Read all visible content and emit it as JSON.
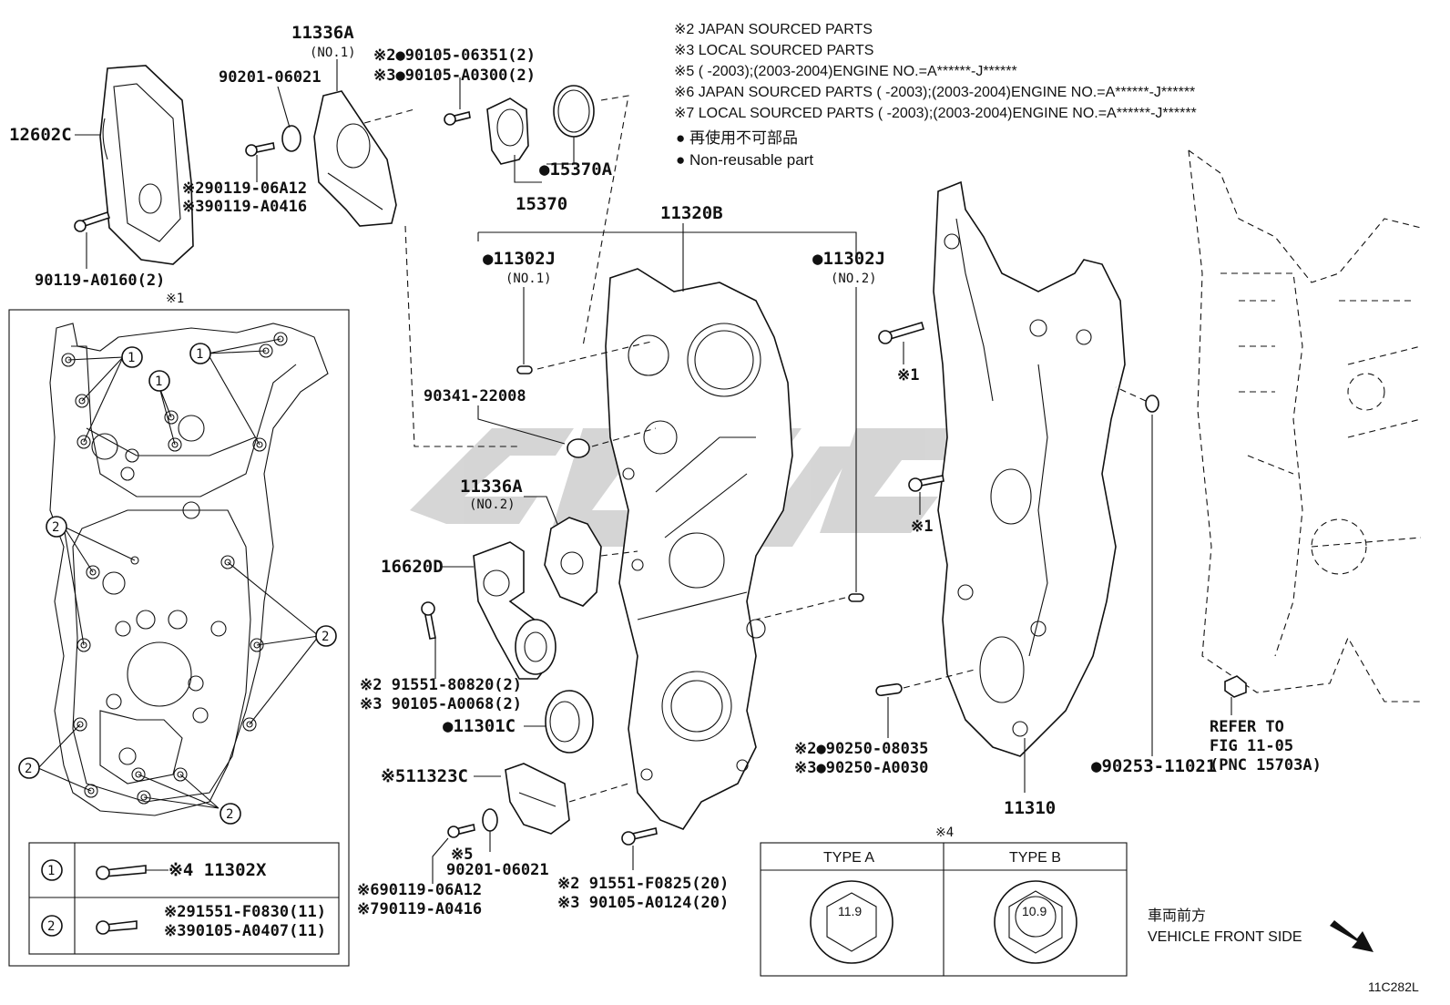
{
  "notes": {
    "n2": "※2 JAPAN SOURCED PARTS",
    "n3": "※3 LOCAL SOURCED PARTS",
    "n5": "※5 (      -2003);(2003-2004)ENGINE NO.=A******-J******",
    "n6": "※6 JAPAN SOURCED PARTS (      -2003);(2003-2004)ENGINE NO.=A******-J******",
    "n7": "※7 LOCAL SOURCED PARTS (      -2003);(2003-2004)ENGINE NO.=A******-J******",
    "legend_jp": "● 再使用不可部品",
    "legend_en": "● Non-reusable part"
  },
  "labels": {
    "p12602C": "12602C",
    "p11336A_1": "11336A",
    "p11336A_1_no": "(NO.1)",
    "p90201_06021_top": "90201-06021",
    "p90105_06351": "※2●90105-06351(2)",
    "p90105_A0300": "※3●90105-A0300(2)",
    "p90119_06A12_top": "※290119-06A12",
    "p90119_A0416_top": "※390119-A0416",
    "p90119_A0160": "90119-A0160(2)",
    "p15370A": "●15370A",
    "p15370": "15370",
    "p11320B": "11320B",
    "p11302J_1": "●11302J",
    "p11302J_1_no": "(NO.1)",
    "p11302J_2": "●11302J",
    "p11302J_2_no": "(NO.2)",
    "p90341": "90341-22008",
    "p11336A_2": "11336A",
    "p11336A_2_no": "(NO.2)",
    "p16620D": "16620D",
    "p91551_80820": "※2 91551-80820(2)",
    "p90105_A0068": "※3 90105-A0068(2)",
    "p11301C": "●11301C",
    "p11323C": "※511323C",
    "p90201_06021_bot": "90201-06021",
    "p5mark": "※5",
    "p90119_06A12_bot": "※690119-06A12",
    "p90119_A0416_bot": "※790119-A0416",
    "p91551_F0825": "※2 91551-F0825(20)",
    "p90105_A0124": "※3 90105-A0124(20)",
    "p90250_08035": "※2●90250-08035",
    "p90250_A0030": "※3●90250-A0030",
    "p90253": "●90253-11021",
    "p11310": "11310",
    "mark1a": "※1",
    "mark1b": "※1",
    "mark1_box": "※1",
    "refer1": "REFER TO",
    "refer2": "FIG 11-05",
    "refer3": "(PNC 15703A)",
    "mark4": "※4",
    "typeA": "TYPE A",
    "typeB": "TYPE B",
    "valA": "11.9",
    "valB": "10.9",
    "front_jp": "車両前方",
    "front_en": "VEHICLE FRONT SIDE",
    "fig_code": "11C282L"
  },
  "gasket_callouts": {
    "one": "1",
    "two": "2"
  },
  "legend_table": {
    "row1_num": "1",
    "row1_part": "※4 11302X",
    "row2_num": "2",
    "row2_part_a": "※291551-F0830(11)",
    "row2_part_b": "※390105-A0407(11)"
  }
}
